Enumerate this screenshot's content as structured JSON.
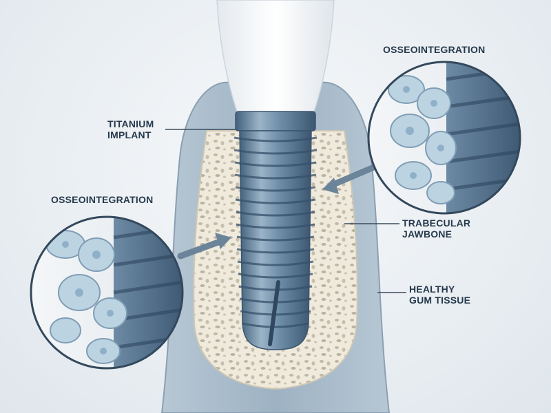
{
  "labels": {
    "titanium_implant": [
      "TITANIUM",
      "IMPLANT"
    ],
    "osseointegration_top": "OSSEOINTEGRATION",
    "osseointegration_left": "OSSEOINTEGRATION",
    "trabecular_jawbone": [
      "TRABECULAR",
      "JAWBONE"
    ],
    "healthy_gum_tissue": [
      "HEALTHY",
      "GUM TISSUE"
    ]
  },
  "colors": {
    "label_text": "#26394c",
    "implant_titanium": "#6f8ea8",
    "gum_tissue": "#9fb4c5",
    "bone": "#ece6d6",
    "cells": "#bcd3e2",
    "leader_line": "#3a4c5e"
  }
}
